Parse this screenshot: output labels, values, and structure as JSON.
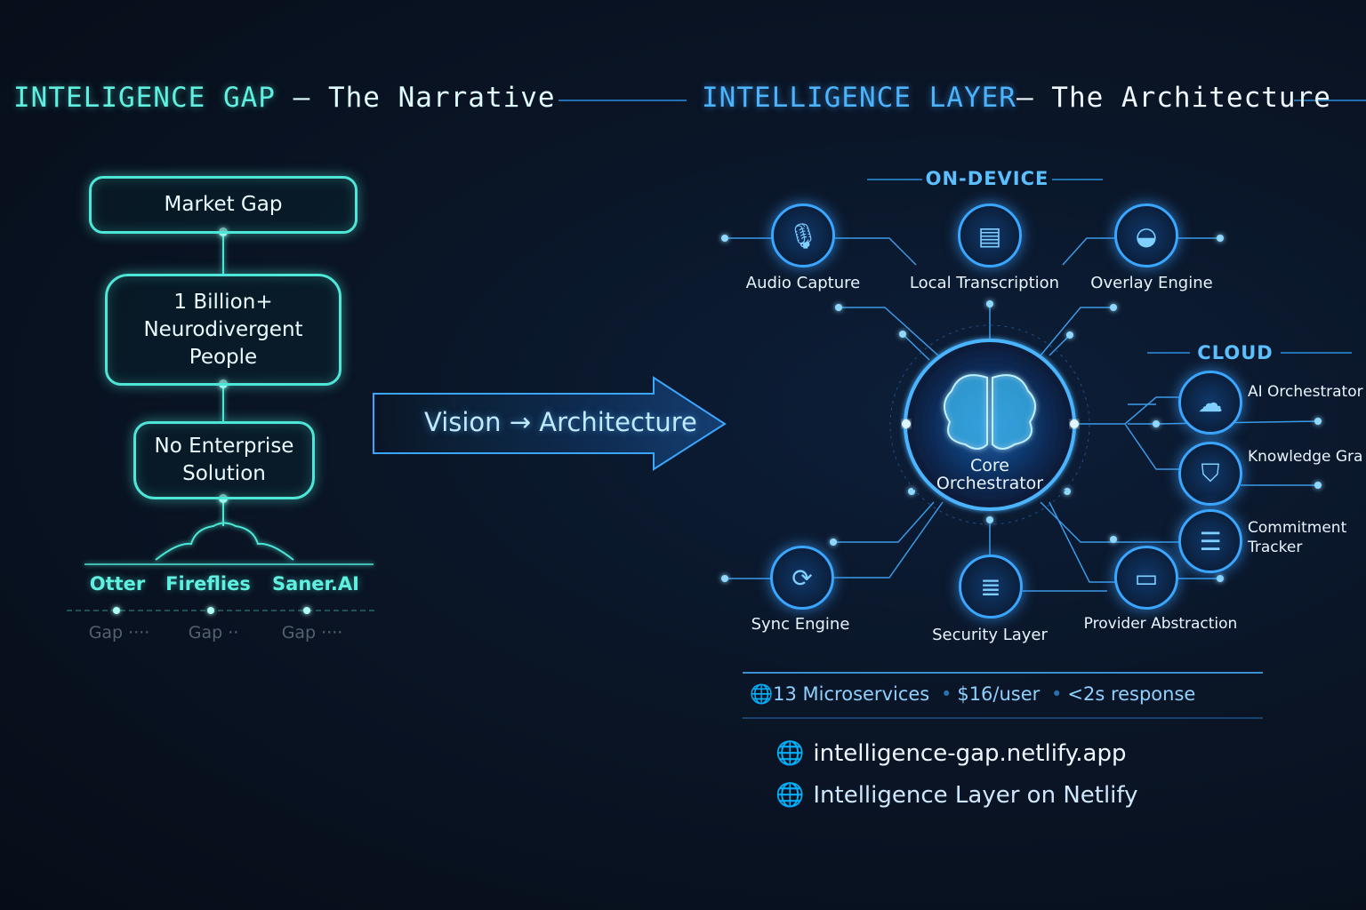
{
  "header": {
    "left_title_accent": "INTELIGENCE GAP",
    "left_title_rest": "— The Narrative",
    "right_title_accent": "INTELLIGENCE LAYER",
    "right_title_rest": "– The Architecture"
  },
  "narrative": {
    "steps": [
      "Market Gap",
      "1 Billion+ Neurodivergent People",
      "No Enterprise Solution"
    ],
    "competitors": [
      {
        "name": "Otter",
        "gap": "Gap ····"
      },
      {
        "name": "Fireflies",
        "gap": "Gap ··"
      },
      {
        "name": "Saner.AI",
        "gap": "Gap ····"
      }
    ]
  },
  "transition_label": "Vision → Architecture",
  "architecture": {
    "on_device_label": "ON-DEVICE",
    "cloud_label": "CLOUD",
    "core": "Core Orchestrator",
    "on_device": [
      {
        "label": "Audio Capture",
        "icon": "microphone-icon"
      },
      {
        "label": "Local Transcription",
        "icon": "document-icon"
      },
      {
        "label": "Overlay Engine",
        "icon": "layers-icon"
      }
    ],
    "cloud": [
      {
        "label": "AI Orchestrator",
        "icon": "network-icon"
      },
      {
        "label": "Knowledge Gra",
        "icon": "shield-heart-icon"
      },
      {
        "label": "Commitment Tracker",
        "icon": "stack-icon"
      }
    ],
    "bottom": [
      {
        "label": "Sync Engine",
        "icon": "sync-icon"
      },
      {
        "label": "Security Layer",
        "icon": "database-icon"
      },
      {
        "label": "Provider Abstraction",
        "icon": "monitor-icon"
      }
    ]
  },
  "stats": {
    "microservices": "13 Microservices",
    "price": "$16/user",
    "response": "<2s response"
  },
  "links": [
    "intelligence-gap.netlify.app",
    "Intelligence Layer on Netlify"
  ],
  "colors": {
    "teal": "#4ee6d6",
    "blue": "#3aa6ff",
    "background": "#0a1526"
  }
}
